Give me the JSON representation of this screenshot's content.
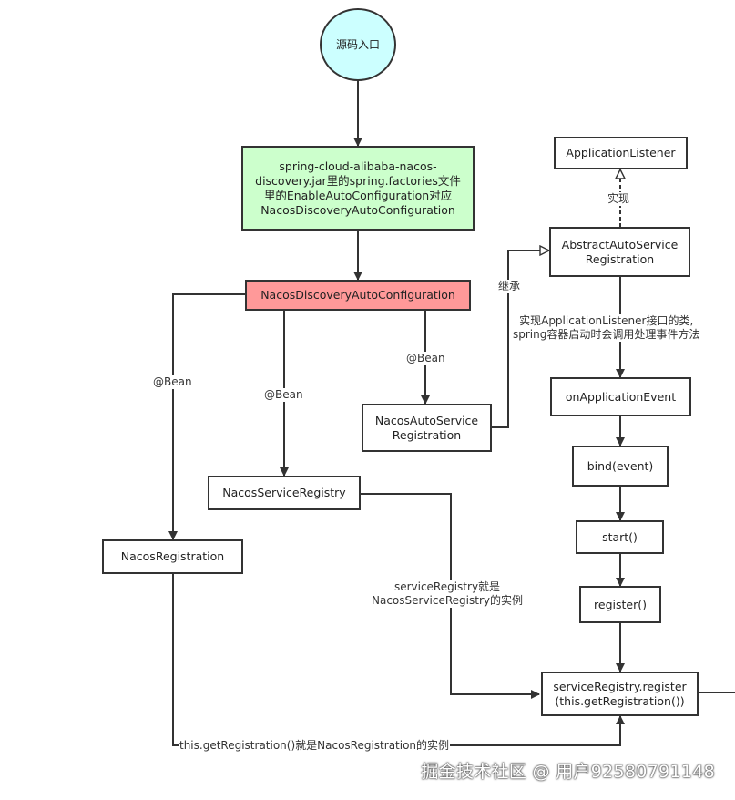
{
  "colors": {
    "start_fill": "#ccffff",
    "config_fill": "#ccffcc",
    "auto_config_fill": "#ff9999",
    "line": "#333333"
  },
  "nodes": {
    "start": "源码入口",
    "spring_factories": "spring-cloud-alibaba-nacos-\ndiscovery.jar里的spring.factories文件\n里的EnableAutoConfiguration对应\nNacosDiscoveryAutoConfiguration",
    "auto_config": "NacosDiscoveryAutoConfiguration",
    "application_listener": "ApplicationListener",
    "abstract_auto_service_registration": "AbstractAutoService\nRegistration",
    "nacos_auto_service_registration": "NacosAutoService\nRegistration",
    "nacos_service_registry": "NacosServiceRegistry",
    "nacos_registration": "NacosRegistration",
    "on_application_event": "onApplicationEvent",
    "bind_event": "bind(event)",
    "start_call": "start()",
    "register_call": "register()",
    "service_registry_register": "serviceRegistry.register\n(this.getRegistration())"
  },
  "edge_labels": {
    "bean_left": "@Bean",
    "bean_middle": "@Bean",
    "bean_right": "@Bean",
    "implements": "实现",
    "inherits": "继承",
    "listener_note": "实现ApplicationListener接口的类,\nspring容器启动时会调用处理事件方法",
    "service_registry_note": "serviceRegistry就是\nNacosServiceRegistry的实例",
    "get_registration_note": "this.getRegistration()就是NacosRegistration的实例"
  },
  "watermark": "掘金技术社区 @ 用户92580791148"
}
